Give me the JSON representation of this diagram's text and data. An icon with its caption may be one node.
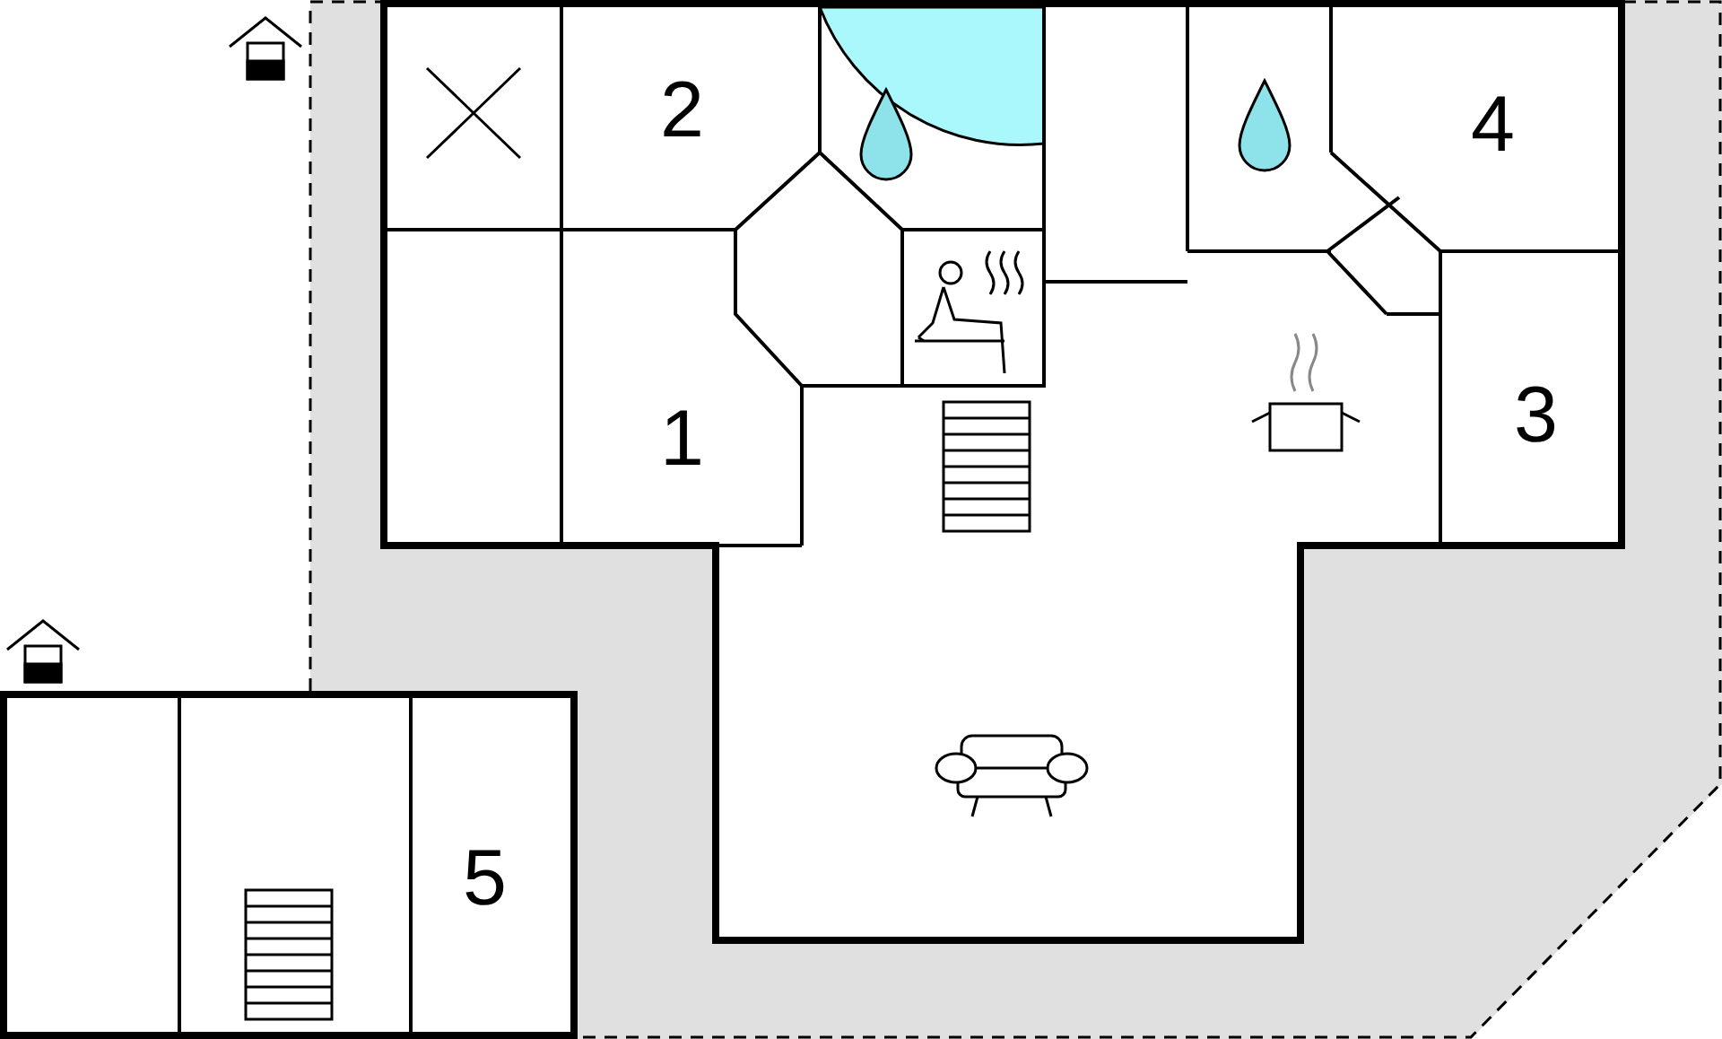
{
  "diagram": {
    "labels": [
      "2",
      "4",
      "1",
      "3",
      "5"
    ]
  }
}
